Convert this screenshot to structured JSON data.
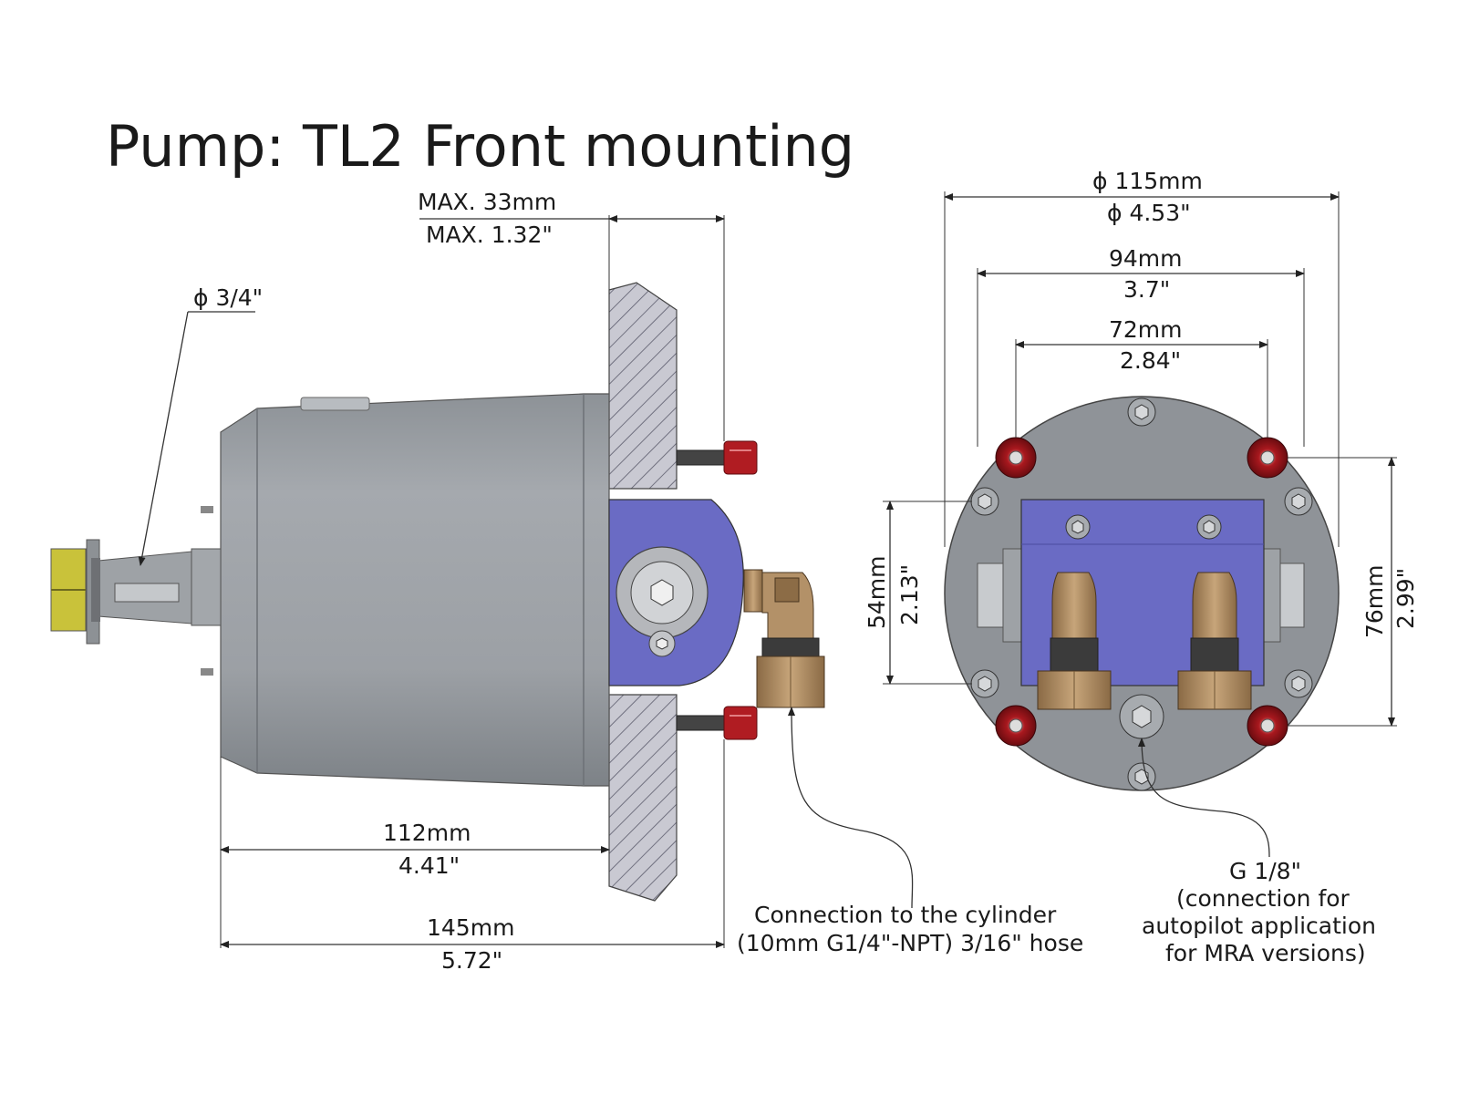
{
  "title": "Pump: TL2 Front mounting",
  "side_view": {
    "shaft_diameter": "ϕ 3/4\"",
    "max_mm": "MAX. 33mm",
    "max_in": "MAX. 1.32\"",
    "body_mm": "112mm",
    "body_in": "4.41\"",
    "total_mm": "145mm",
    "total_in": "5.72\"",
    "cylinder_note_line1": "Connection to the cylinder",
    "cylinder_note_line2": "(10mm G1/4\"-NPT) 3/16\" hose"
  },
  "front_view": {
    "outer_mm": "ϕ 115mm",
    "outer_in": "ϕ 4.53\"",
    "bolt_outer_mm": "94mm",
    "bolt_outer_in": "3.7\"",
    "bolt_inner_mm": "72mm",
    "bolt_inner_in": "2.84\"",
    "inner_height_mm": "54mm",
    "inner_height_in": "2.13\"",
    "outer_height_mm": "76mm",
    "outer_height_in": "2.99\"",
    "port_note_line1": "G 1/8\"",
    "port_note_line2": "(connection for",
    "port_note_line3": "autopilot application",
    "port_note_line4": "for MRA versions)"
  },
  "colors": {
    "body": "#9a9ea3",
    "bracket": "#6a6bc4",
    "nut_red": "#b01c22",
    "brass": "#a8865c",
    "yellow_nut": "#c9c23a",
    "hatch_fill": "#c6c6cf"
  }
}
